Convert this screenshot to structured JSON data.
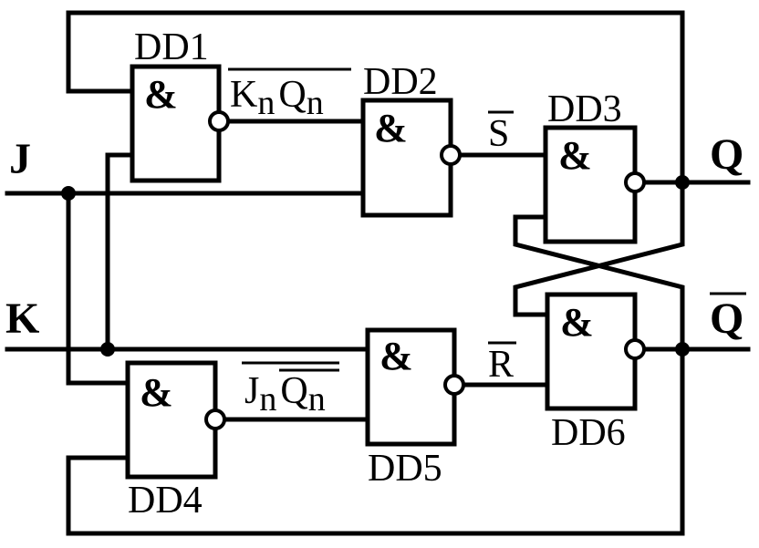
{
  "inputs": {
    "j": "J",
    "k": "K"
  },
  "outputs": {
    "q": "Q",
    "q_bar": "Q"
  },
  "gates": [
    {
      "id": "DD1",
      "symbol": "&"
    },
    {
      "id": "DD2",
      "symbol": "&"
    },
    {
      "id": "DD3",
      "symbol": "&"
    },
    {
      "id": "DD4",
      "symbol": "&"
    },
    {
      "id": "DD5",
      "symbol": "&"
    },
    {
      "id": "DD6",
      "symbol": "&"
    }
  ],
  "signals": {
    "kq": {
      "k": "K",
      "k_sub": "n",
      "q": "Q",
      "q_sub": "n"
    },
    "jq": {
      "j": "J",
      "j_sub": "n",
      "q": "Q",
      "q_sub": "n"
    },
    "s_bar": "S",
    "r_bar": "R"
  }
}
